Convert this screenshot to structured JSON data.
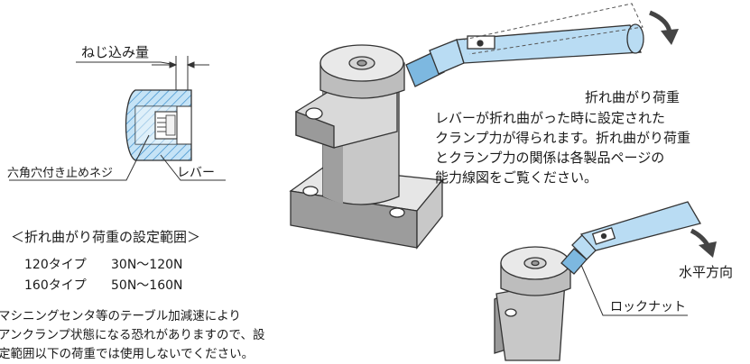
{
  "detail": {
    "screw_depth_label": "ねじ込み量",
    "set_screw_label": "六角穴付き止めネジ",
    "lever_label": "レバー"
  },
  "upper_clamp": {
    "breaking_load_label": "折れ曲がり荷重",
    "description_lines": [
      "レバーが折れ曲がった時に設定された",
      "クランプ力が得られます。折れ曲がり荷重",
      "とクランプ力の関係は各製品ページの",
      "能力線図をご覧ください。"
    ]
  },
  "settings": {
    "heading": "＜折れ曲がり荷重の設定範囲＞",
    "rows": [
      {
        "type": "120タイプ",
        "range": "30N～120N"
      },
      {
        "type": "160タイプ",
        "range": "50N～160N"
      }
    ]
  },
  "caution_lines": [
    "マシニングセンタ等のテーブル加減速により",
    "アンクランプ状態になる恐れがありますので、設",
    "定範囲以下の荷重では使用しないでください。"
  ],
  "lower_clamp": {
    "horizontal_label": "水平方向",
    "locknut_label": "ロックナット"
  },
  "colors": {
    "lever_blue": "#b9dcf3",
    "lever_blue_dark": "#7db8e0",
    "body_gray": "#c9c9c9",
    "body_gray_dark": "#8d8d8d",
    "outline": "#333333"
  }
}
